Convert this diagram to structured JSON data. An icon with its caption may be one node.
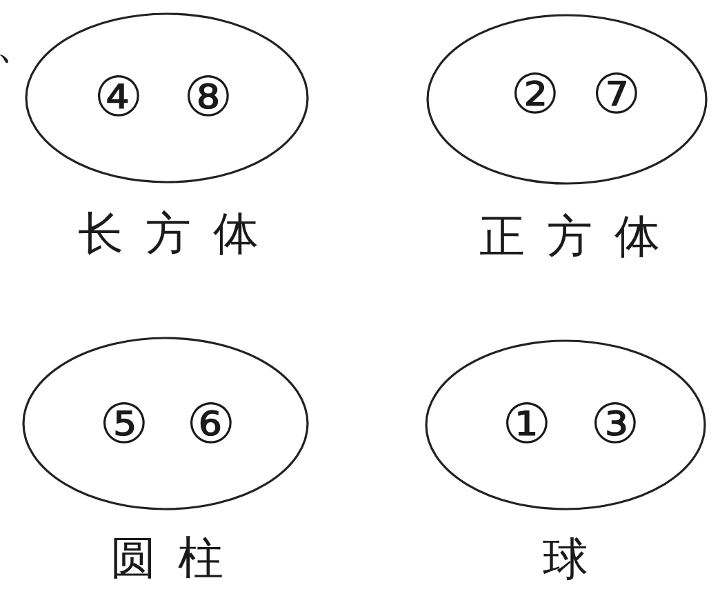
{
  "diagram": {
    "nodes": [
      {
        "text": [
          "④",
          "⑧"
        ],
        "beside": [
          "长方体"
        ]
      },
      {
        "text": [
          "②",
          "⑦"
        ],
        "beside": [
          "正方体"
        ]
      },
      {
        "text": [
          "⑤",
          "⑥"
        ],
        "beside": [
          "圆柱"
        ]
      },
      {
        "text": [
          "①",
          "③"
        ],
        "beside": [
          "球"
        ]
      }
    ],
    "labels": [
      "、"
    ]
  }
}
